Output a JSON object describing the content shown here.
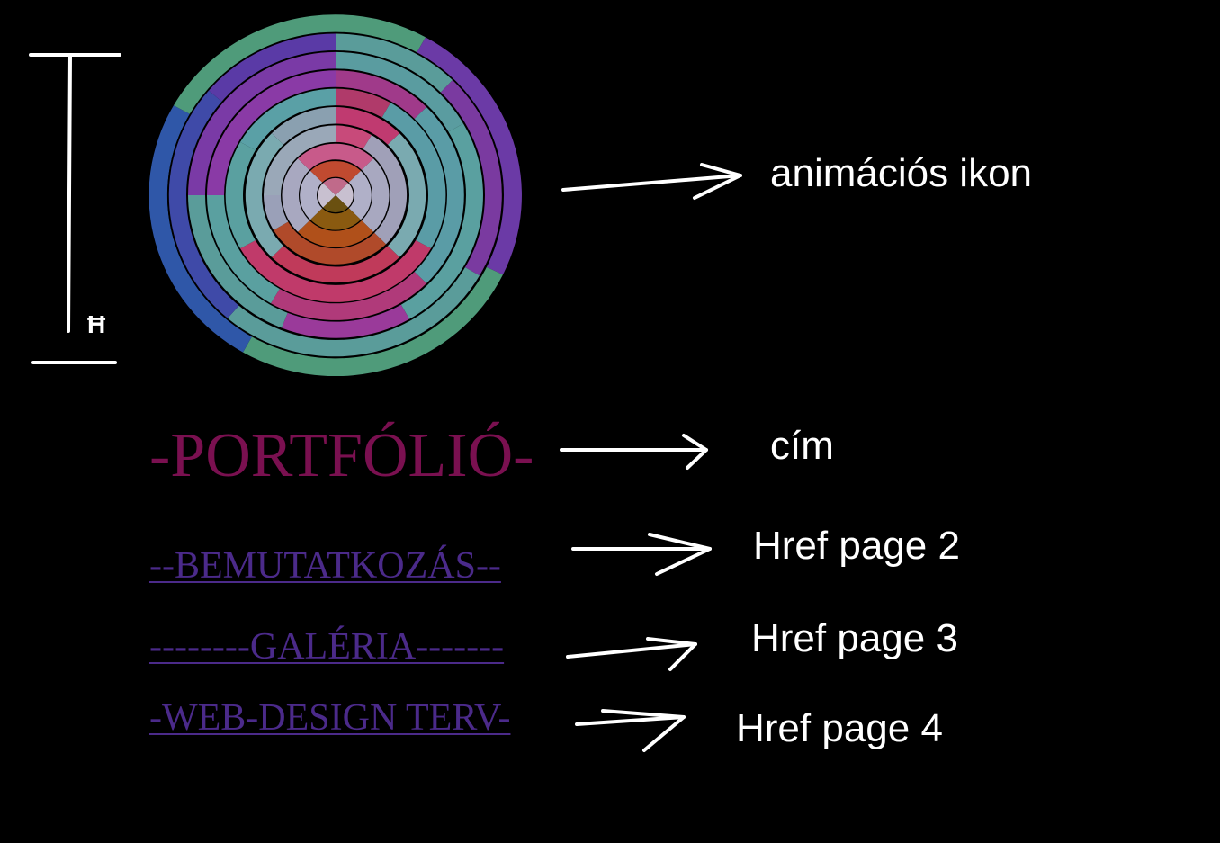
{
  "annotations": {
    "icon_label": "animációs ikon",
    "title_label": "cím",
    "link1_label": "Href page 2",
    "link2_label": "Href page 3",
    "link3_label": "Href page 4"
  },
  "page": {
    "title": "-PORTFÓLIÓ-",
    "links": [
      {
        "label": "--BEMUTATKOZÁS--"
      },
      {
        "label": "--------GALÉRIA-------"
      },
      {
        "label": "-WEB-DESIGN TERV-"
      }
    ]
  },
  "dimension_marker": {
    "glyph": "Ħ"
  },
  "colors": {
    "background": "#000000",
    "title": "#7a1050",
    "link": "#4b2a8a",
    "annotation": "#ffffff"
  }
}
